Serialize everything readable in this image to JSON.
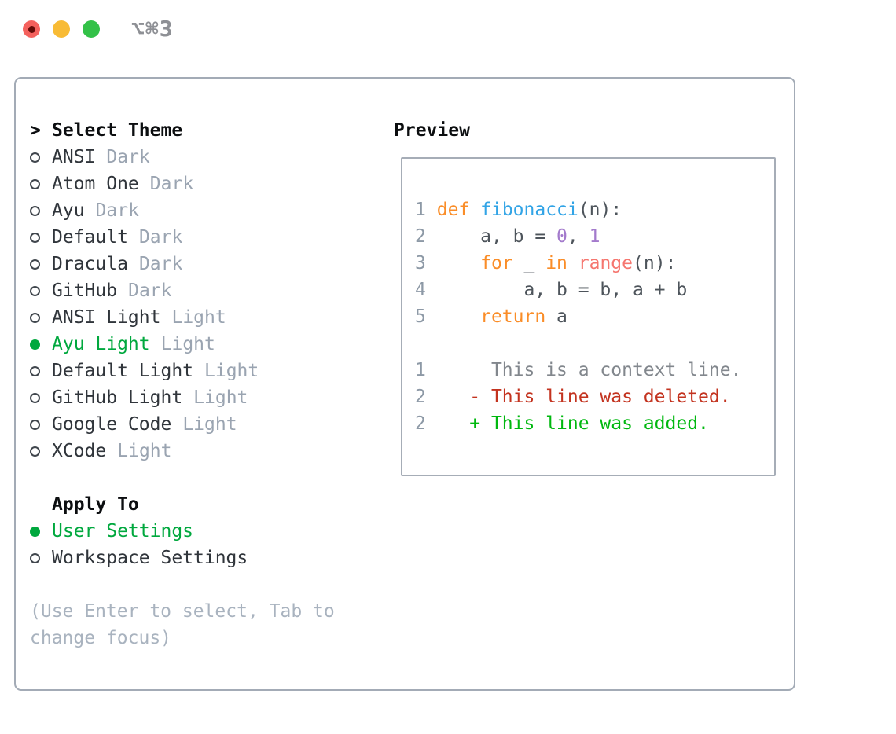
{
  "titlebar": {
    "shortcut": "⌥⌘3",
    "traffic_lights": [
      "close",
      "minimize",
      "zoom"
    ]
  },
  "theme_picker": {
    "prompt": ">",
    "title": "Select Theme",
    "items": [
      {
        "label": "ANSI",
        "variant": "Dark",
        "selected": false
      },
      {
        "label": "Atom One",
        "variant": "Dark",
        "selected": false
      },
      {
        "label": "Ayu",
        "variant": "Dark",
        "selected": false
      },
      {
        "label": "Default",
        "variant": "Dark",
        "selected": false
      },
      {
        "label": "Dracula",
        "variant": "Dark",
        "selected": false
      },
      {
        "label": "GitHub",
        "variant": "Dark",
        "selected": false
      },
      {
        "label": "ANSI Light",
        "variant": "Light",
        "selected": false
      },
      {
        "label": "Ayu Light",
        "variant": "Light",
        "selected": true
      },
      {
        "label": "Default Light",
        "variant": "Light",
        "selected": false
      },
      {
        "label": "GitHub Light",
        "variant": "Light",
        "selected": false
      },
      {
        "label": "Google Code",
        "variant": "Light",
        "selected": false
      },
      {
        "label": "XCode",
        "variant": "Light",
        "selected": false
      }
    ],
    "apply_to": {
      "title": "Apply To",
      "options": [
        {
          "label": "User Settings",
          "selected": true
        },
        {
          "label": "Workspace Settings",
          "selected": false
        }
      ]
    },
    "hint_lines": [
      "(Use Enter to select, Tab to",
      "change focus)"
    ]
  },
  "preview": {
    "title": "Preview",
    "lines": [
      [],
      [
        [
          "ln",
          "1"
        ],
        [
          "pl",
          " "
        ],
        [
          "kw",
          "def"
        ],
        [
          "pl",
          " "
        ],
        [
          "fn",
          "fibonacci"
        ],
        [
          "pl",
          "(n):"
        ]
      ],
      [
        [
          "ln",
          "2"
        ],
        [
          "pl",
          "     a, b = "
        ],
        [
          "nm",
          "0"
        ],
        [
          "pl",
          ", "
        ],
        [
          "nm",
          "1"
        ]
      ],
      [
        [
          "ln",
          "3"
        ],
        [
          "pl",
          "     "
        ],
        [
          "kw",
          "for"
        ],
        [
          "pl",
          " _ "
        ],
        [
          "kw",
          "in"
        ],
        [
          "pl",
          " "
        ],
        [
          "cl",
          "range"
        ],
        [
          "pl",
          "(n):"
        ]
      ],
      [
        [
          "ln",
          "4"
        ],
        [
          "pl",
          "         a, b = b, a + b"
        ]
      ],
      [
        [
          "ln",
          "5"
        ],
        [
          "pl",
          "     "
        ],
        [
          "kw",
          "return"
        ],
        [
          "pl",
          " a"
        ]
      ],
      [],
      [
        [
          "ln",
          "1"
        ],
        [
          "ctx",
          "      This is a context line."
        ]
      ],
      [
        [
          "ln",
          "2"
        ],
        [
          "pl",
          "    "
        ],
        [
          "del",
          "- This line was deleted."
        ]
      ],
      [
        [
          "ln",
          "2"
        ],
        [
          "pl",
          "    "
        ],
        [
          "add",
          "+ This line was added."
        ]
      ]
    ]
  },
  "colors": {
    "selection_green": "#00a83e",
    "diff_added": "#00b80f",
    "diff_deleted": "#c3331f",
    "context_gray": "#82878d",
    "syntax_keyword_orange": "#fa8d28",
    "syntax_function_blue": "#32a4e6",
    "syntax_number_purple": "#a37acc",
    "syntax_call_coral": "#f5766f",
    "line_number_gray": "#8d99a6",
    "panel_border": "#a3abb6",
    "traffic_red": "#f4615d",
    "traffic_yellow": "#f8bb35",
    "traffic_green": "#33c148"
  }
}
